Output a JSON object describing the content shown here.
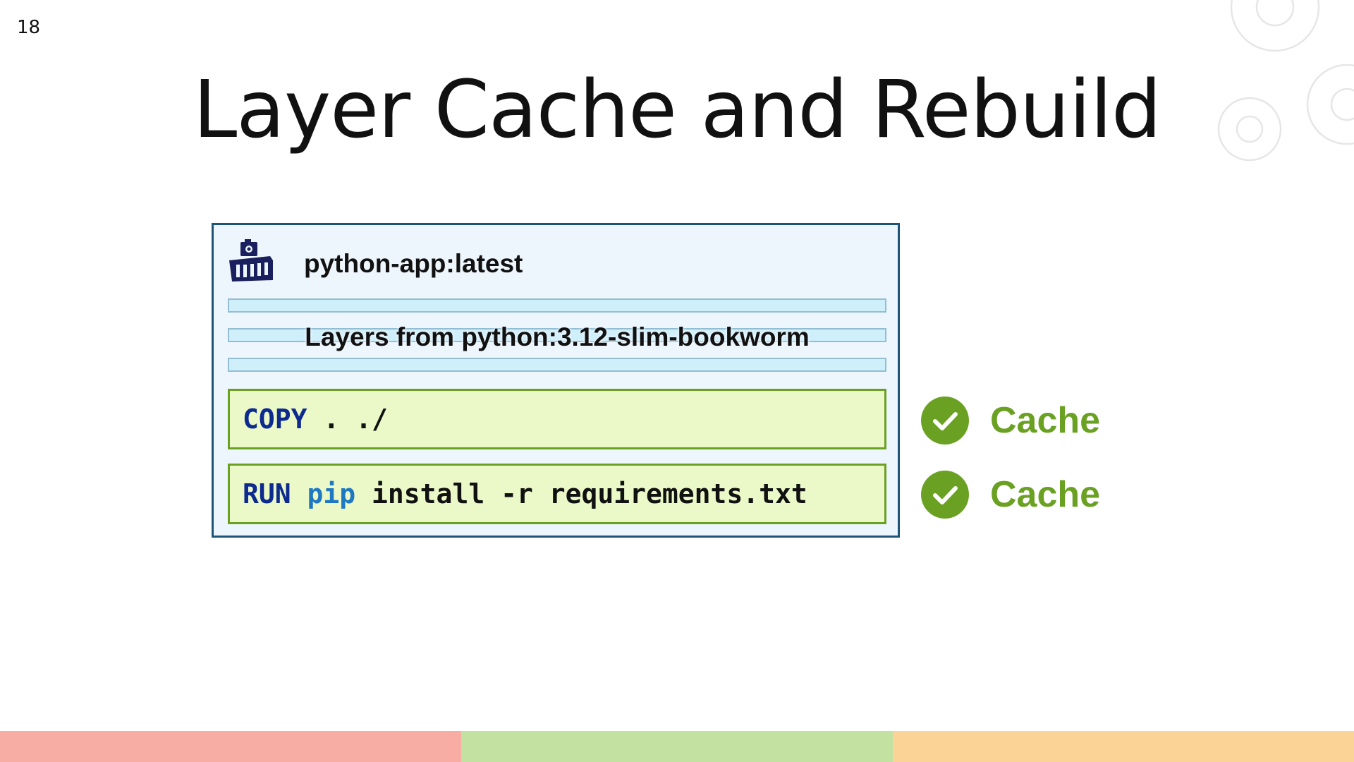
{
  "slide": {
    "number": "18",
    "title": "Layer Cache and Rebuild"
  },
  "image": {
    "name": "python-app:latest",
    "icon": "container-ship-icon",
    "base_layers_label": "Layers from python:3.12-slim-bookworm",
    "base_layer_count": 3,
    "commands": [
      {
        "tokens": [
          {
            "text": "COPY",
            "style": "kw"
          },
          {
            "text": " . ./",
            "style": "plain"
          }
        ],
        "status": "Cache"
      },
      {
        "tokens": [
          {
            "text": "RUN",
            "style": "kw"
          },
          {
            "text": " ",
            "style": "plain"
          },
          {
            "text": "pip",
            "style": "cmd-name"
          },
          {
            "text": " install -r requirements.txt",
            "style": "plain"
          }
        ],
        "status": "Cache"
      }
    ]
  },
  "colors": {
    "box_border": "#1e5479",
    "command_border": "#6aa123",
    "status_green": "#6aa123",
    "footer": [
      "#f7aca4",
      "#c3e2a1",
      "#fbd396"
    ]
  }
}
